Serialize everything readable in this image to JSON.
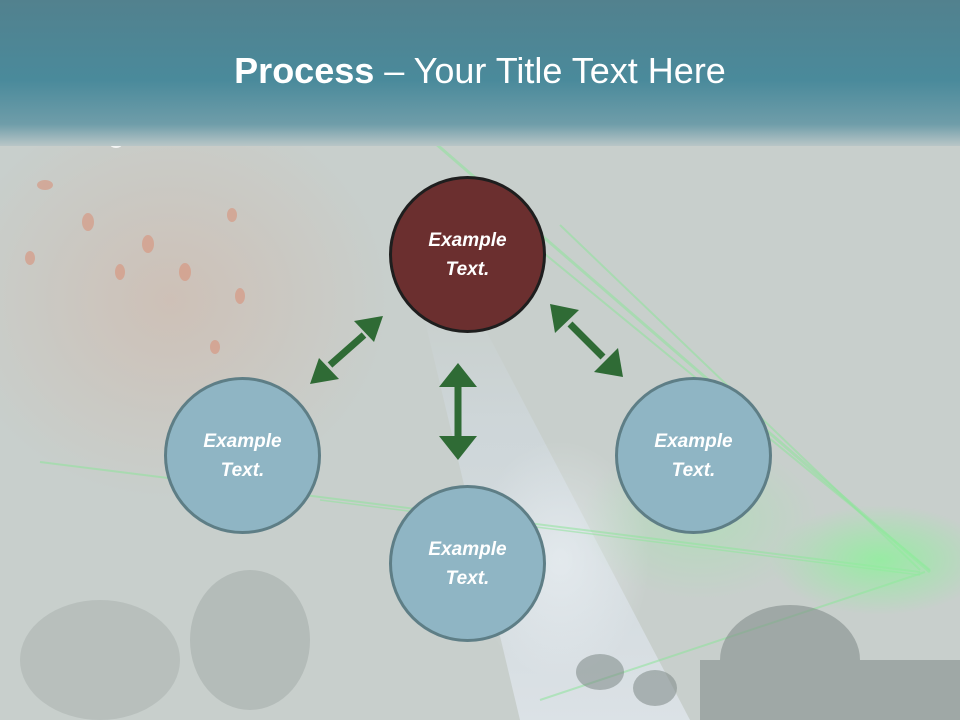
{
  "title": {
    "bold": "Process",
    "rest": " – Your Title Text Here"
  },
  "nodes": {
    "center": {
      "line1": "Example",
      "line2": "Text."
    },
    "left": {
      "line1": "Example",
      "line2": "Text."
    },
    "bottom": {
      "line1": "Example",
      "line2": "Text."
    },
    "right": {
      "line1": "Example",
      "line2": "Text."
    }
  },
  "colors": {
    "title_band": "#4a8a9b",
    "center_node": "#6b2f2f",
    "outer_node": "#8fb5c4",
    "arrow": "#2f6b35",
    "laser": "#7be38a"
  },
  "arrows": [
    "center-left",
    "center-right",
    "center-bottom"
  ]
}
